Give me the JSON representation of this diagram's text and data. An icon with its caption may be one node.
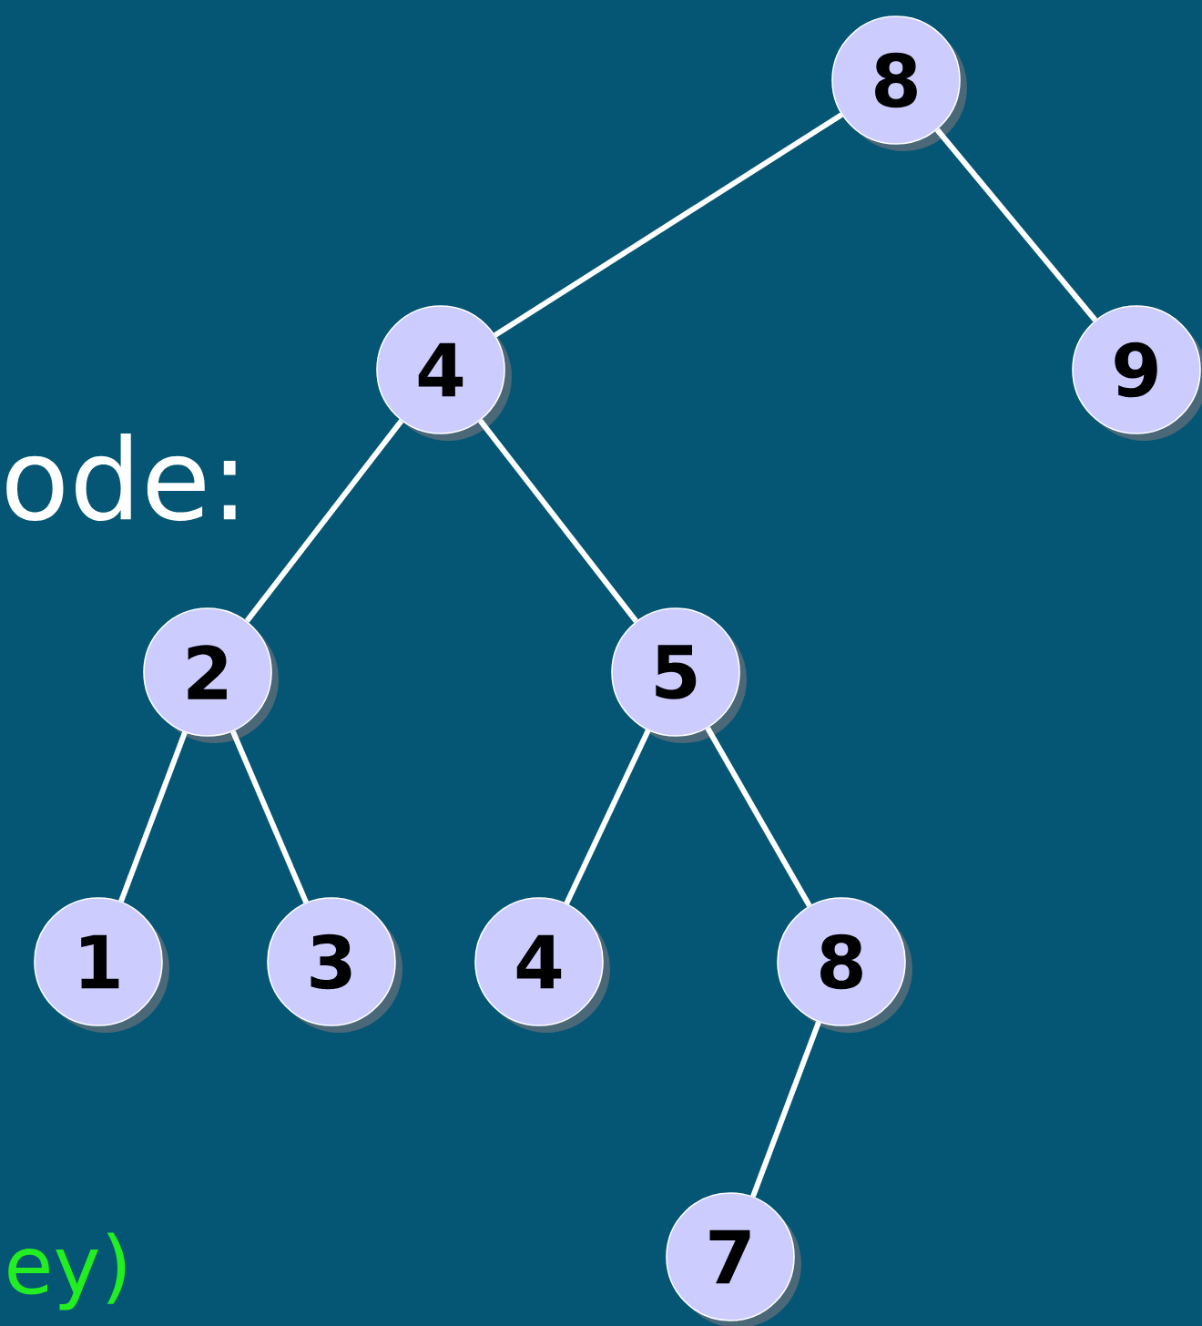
{
  "diagram": {
    "nodes": [
      {
        "text": [
          "8"
        ]
      },
      {
        "text": [
          "4"
        ]
      },
      {
        "text": [
          "9"
        ]
      },
      {
        "text": [
          "2"
        ]
      },
      {
        "text": [
          "5"
        ]
      },
      {
        "text": [
          "1"
        ]
      },
      {
        "text": [
          "3"
        ]
      },
      {
        "text": [
          "4"
        ]
      },
      {
        "text": [
          "8"
        ]
      },
      {
        "text": [
          "7"
        ]
      }
    ],
    "edges": [
      {
        "from": 0,
        "to": 1,
        "arrow": "none"
      },
      {
        "from": 0,
        "to": 2,
        "arrow": "none"
      },
      {
        "from": 1,
        "to": 3,
        "arrow": "none"
      },
      {
        "from": 1,
        "to": 4,
        "arrow": "none"
      },
      {
        "from": 3,
        "to": 5,
        "arrow": "none"
      },
      {
        "from": 3,
        "to": 6,
        "arrow": "none"
      },
      {
        "from": 4,
        "to": 7,
        "arrow": "none"
      },
      {
        "from": 4,
        "to": 8,
        "arrow": "none"
      },
      {
        "from": 8,
        "to": 9,
        "arrow": "none"
      }
    ],
    "labels": [
      "ode:",
      "ey)"
    ]
  }
}
